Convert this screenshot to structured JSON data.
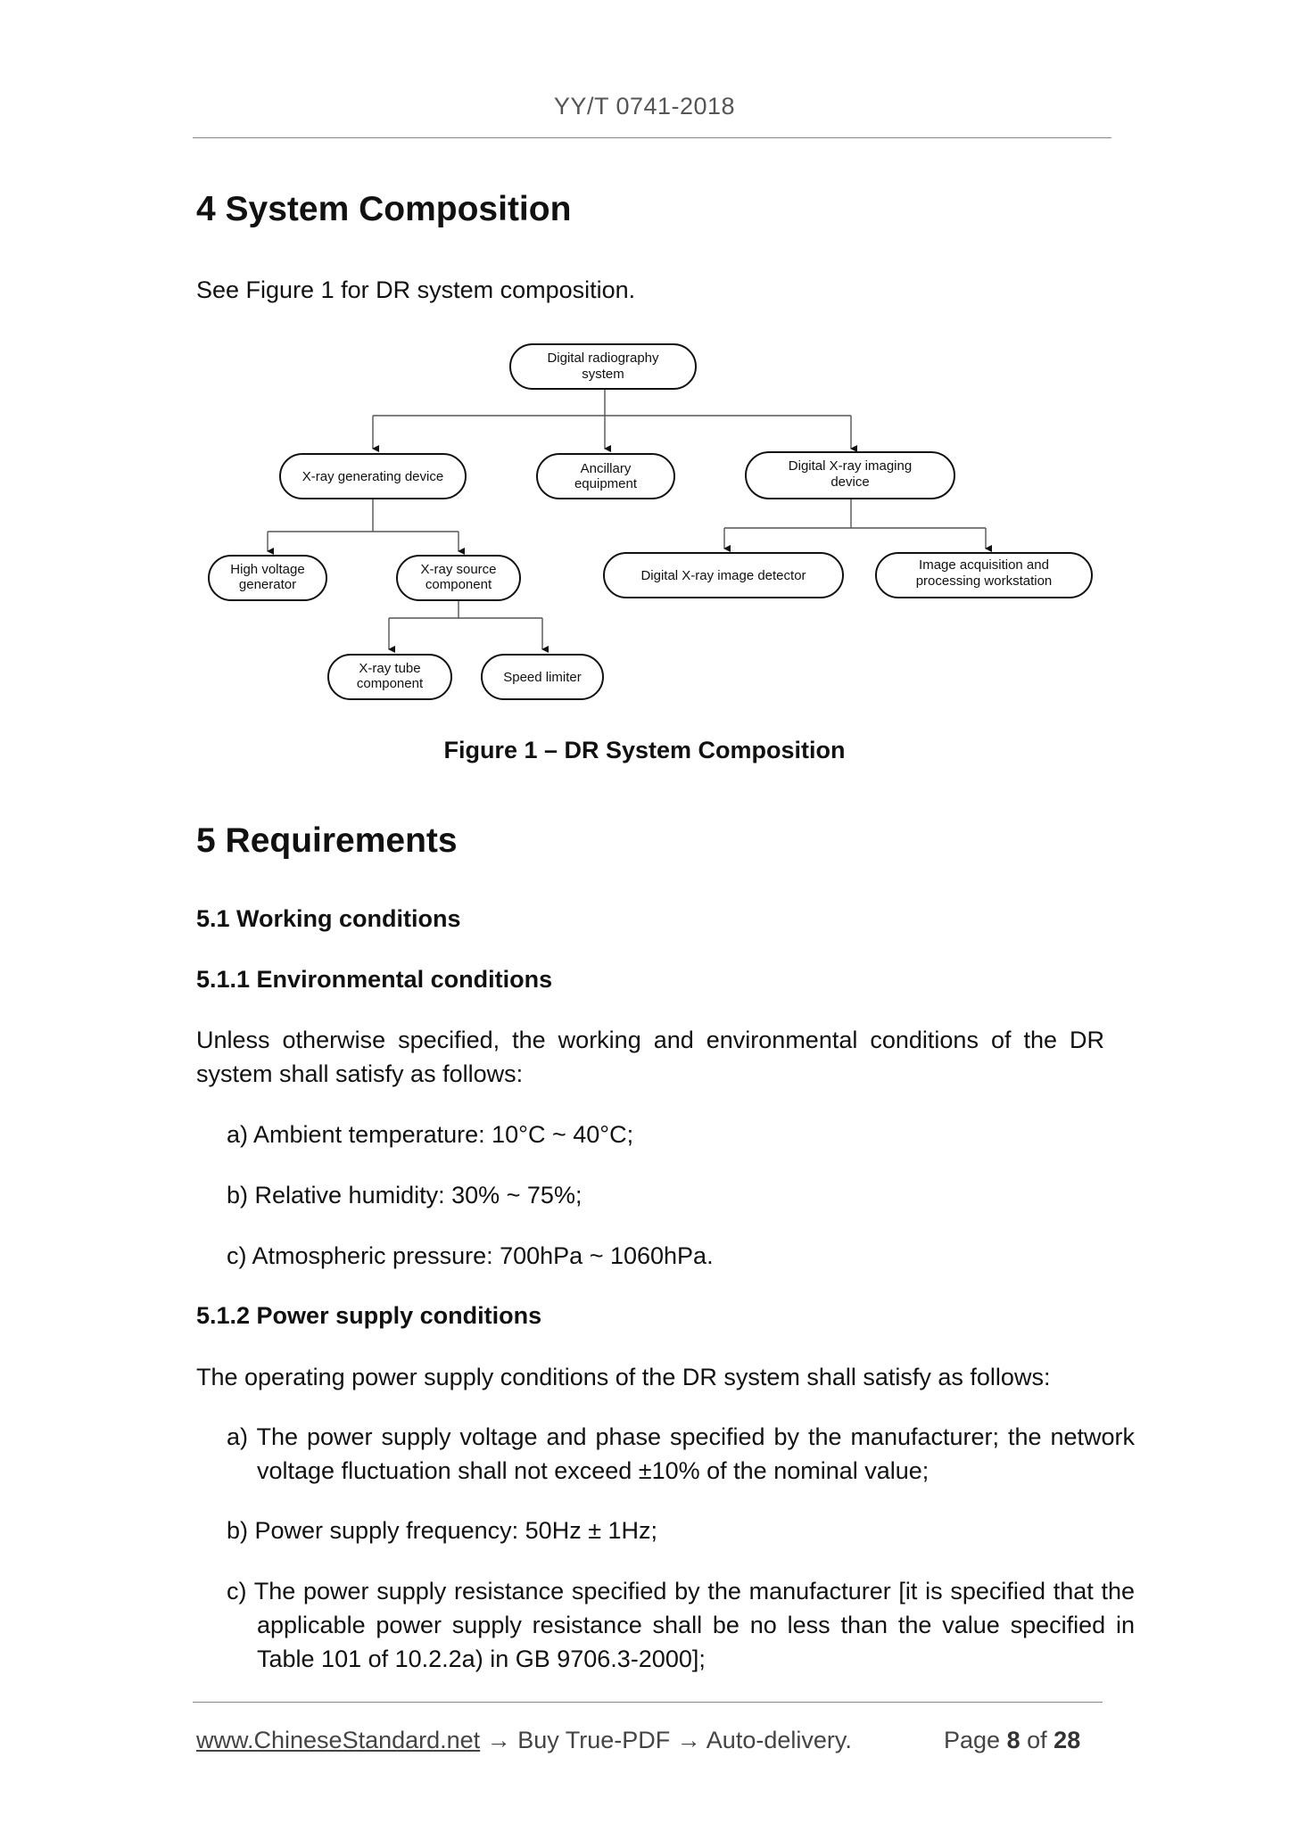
{
  "header": {
    "doc_id": "YY/T 0741-2018"
  },
  "section4": {
    "title": "4 System Composition",
    "intro": "See Figure 1 for DR system composition."
  },
  "figure": {
    "nodes": {
      "root": [
        "Digital radiography",
        "system"
      ],
      "xray_gen": [
        "X-ray generating device"
      ],
      "ancillary": [
        "Ancillary",
        "equipment"
      ],
      "digital_imaging": [
        "Digital X-ray imaging",
        "device"
      ],
      "hv_gen": [
        "High voltage",
        "generator"
      ],
      "xray_source": [
        "X-ray source",
        "component"
      ],
      "detector": [
        "Digital X-ray image detector"
      ],
      "workstation": [
        "Image acquisition and",
        "processing workstation"
      ],
      "tube": [
        "X-ray tube",
        "component"
      ],
      "speed": [
        "Speed limiter"
      ]
    },
    "caption": "Figure 1 – DR System Composition"
  },
  "section5": {
    "title": "5 Requirements",
    "s5_1": "5.1 Working conditions",
    "s5_1_1": "5.1.1 Environmental conditions",
    "env_intro": "Unless otherwise specified, the working and environmental conditions of the DR system shall satisfy as follows:",
    "env_items": [
      "a) Ambient temperature: 10°C ~ 40°C;",
      "b) Relative humidity: 30% ~ 75%;",
      "c) Atmospheric pressure: 700hPa ~ 1060hPa."
    ],
    "s5_1_2": "5.1.2 Power supply conditions",
    "power_intro": "The operating power supply conditions of the DR system shall satisfy as follows:",
    "power_items": [
      "a) The power supply voltage and phase specified by the manufacturer; the network voltage fluctuation shall not exceed ±10% of the nominal value;",
      "b) Power supply frequency: 50Hz ± 1Hz;",
      "c) The power supply resistance specified by the manufacturer [it is specified that the applicable power supply resistance shall be no less than the value specified in Table 101 of 10.2.2a) in GB 9706.3-2000];"
    ]
  },
  "footer": {
    "link": "www.ChineseStandard.net",
    "arrow": "→",
    "buy": "Buy True-PDF",
    "delivery": "Auto-delivery.",
    "page_label": "Page",
    "page": "8",
    "of_label": "of",
    "total": "28"
  }
}
